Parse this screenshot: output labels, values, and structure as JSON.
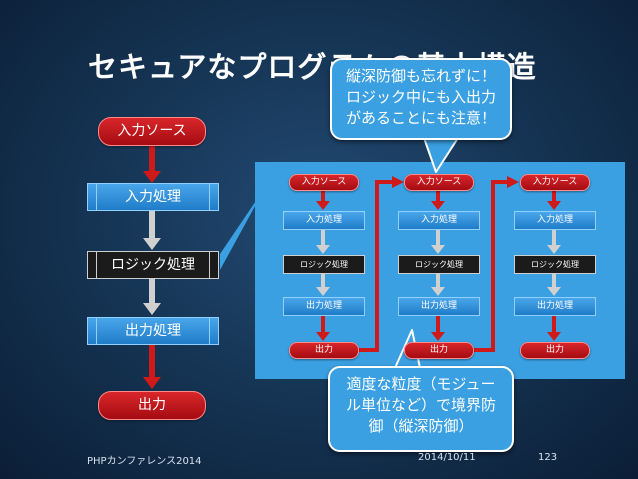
{
  "slide": {
    "title": "セキュアなプログラムの基本構造",
    "footer_left": "PHPカンファレンス2014",
    "footer_date": "2014/10/11",
    "footer_page": "123"
  },
  "left_flow": {
    "input_source": "入力ソース",
    "input_processing": "入力処理",
    "logic_processing": "ロジック処理",
    "output_processing": "出力処理",
    "output": "出力"
  },
  "modules": [
    {
      "input_source": "入力ソース",
      "input_processing": "入力処理",
      "logic_processing": "ロジック処理",
      "output_processing": "出力処理",
      "output": "出力"
    },
    {
      "input_source": "入力ソース",
      "input_processing": "入力処理",
      "logic_processing": "ロジック処理",
      "output_processing": "出力処理",
      "output": "出力"
    },
    {
      "input_source": "入力ソース",
      "input_processing": "入力処理",
      "logic_processing": "ロジック処理",
      "output_processing": "出力処理",
      "output": "出力"
    }
  ],
  "callouts": {
    "top": "縦深防御も忘れずに！\nロジック中にも入出力\nがあることにも注意！",
    "bottom": "適度な粒度（モジュー\nル単位など）で境界防\n御（縦深防御）"
  },
  "colors": {
    "red_pill": "#c8161d",
    "blue_box": "#3aa0e2",
    "dark_box": "#1b1b1b",
    "gray_arrow": "#d0d0d0",
    "red_arrow": "#d01a1a"
  }
}
